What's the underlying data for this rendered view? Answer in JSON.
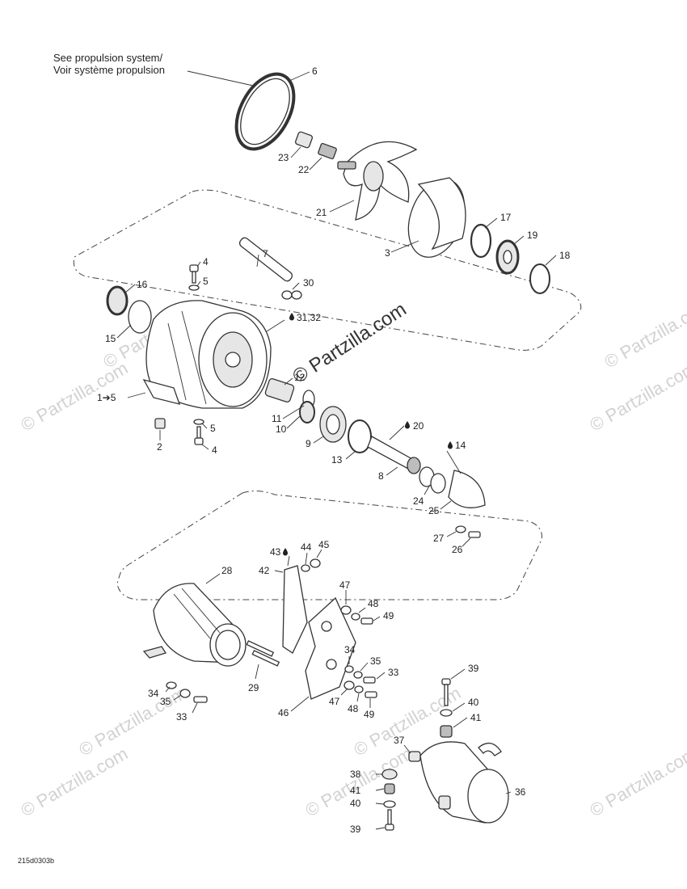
{
  "reference_note": [
    "See propulsion system/",
    "Voir système propulsion"
  ],
  "diagram_code": "215d0303b",
  "watermark": "© Partzilla.com",
  "watermark_center": "© Partzilla.com",
  "callouts": [
    {
      "id": "c6",
      "text": "6"
    },
    {
      "id": "c23",
      "text": "23"
    },
    {
      "id": "c22",
      "text": "22"
    },
    {
      "id": "c21",
      "text": "21"
    },
    {
      "id": "c3",
      "text": "3"
    },
    {
      "id": "c17",
      "text": "17"
    },
    {
      "id": "c19",
      "text": "19"
    },
    {
      "id": "c18",
      "text": "18"
    },
    {
      "id": "c7",
      "text": "7"
    },
    {
      "id": "c4a",
      "text": "4"
    },
    {
      "id": "c5a",
      "text": "5"
    },
    {
      "id": "c30",
      "text": "30"
    },
    {
      "id": "c16",
      "text": "16"
    },
    {
      "id": "c15",
      "text": "15"
    },
    {
      "id": "c3132",
      "text": "31,32"
    },
    {
      "id": "c15b",
      "text": "1➔5"
    },
    {
      "id": "c12",
      "text": "12"
    },
    {
      "id": "c11",
      "text": "11"
    },
    {
      "id": "c10",
      "text": "10"
    },
    {
      "id": "c5b",
      "text": "5"
    },
    {
      "id": "c2",
      "text": "2"
    },
    {
      "id": "c4b",
      "text": "4"
    },
    {
      "id": "c9",
      "text": "9"
    },
    {
      "id": "c20",
      "text": "20"
    },
    {
      "id": "c13",
      "text": "13"
    },
    {
      "id": "c14",
      "text": "14"
    },
    {
      "id": "c8",
      "text": "8"
    },
    {
      "id": "c24",
      "text": "24"
    },
    {
      "id": "c25",
      "text": "25"
    },
    {
      "id": "c27",
      "text": "27"
    },
    {
      "id": "c26",
      "text": "26"
    },
    {
      "id": "c43",
      "text": "43"
    },
    {
      "id": "c44",
      "text": "44"
    },
    {
      "id": "c45",
      "text": "45"
    },
    {
      "id": "c42",
      "text": "42"
    },
    {
      "id": "c28",
      "text": "28"
    },
    {
      "id": "c47a",
      "text": "47"
    },
    {
      "id": "c48a",
      "text": "48"
    },
    {
      "id": "c49a",
      "text": "49"
    },
    {
      "id": "c34a",
      "text": "34"
    },
    {
      "id": "c35a",
      "text": "35"
    },
    {
      "id": "c33a",
      "text": "33"
    },
    {
      "id": "c29",
      "text": "29"
    },
    {
      "id": "c34b",
      "text": "34"
    },
    {
      "id": "c35b",
      "text": "35"
    },
    {
      "id": "c33b",
      "text": "33"
    },
    {
      "id": "c47b",
      "text": "47"
    },
    {
      "id": "c48b",
      "text": "48"
    },
    {
      "id": "c49b",
      "text": "49"
    },
    {
      "id": "c46",
      "text": "46"
    },
    {
      "id": "c39a",
      "text": "39"
    },
    {
      "id": "c40a",
      "text": "40"
    },
    {
      "id": "c41a",
      "text": "41"
    },
    {
      "id": "c37",
      "text": "37"
    },
    {
      "id": "c38",
      "text": "38"
    },
    {
      "id": "c41b",
      "text": "41"
    },
    {
      "id": "c40b",
      "text": "40"
    },
    {
      "id": "c39b",
      "text": "39"
    },
    {
      "id": "c36",
      "text": "36"
    }
  ]
}
